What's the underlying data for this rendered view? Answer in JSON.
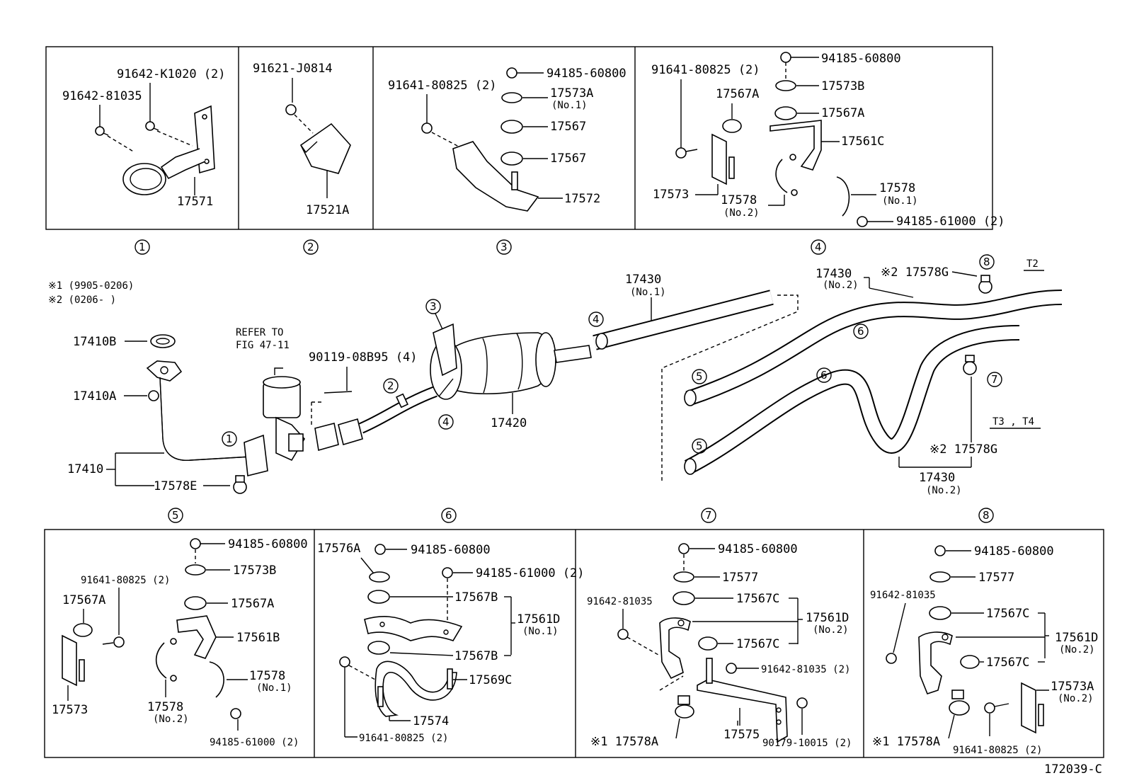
{
  "diagram_id": "172039-C",
  "notes": {
    "n1": "※1 (9905-0206)",
    "n2": "※2 (0206-       )"
  },
  "refer": {
    "line1": "REFER TO",
    "line2": "FIG 47-11"
  },
  "variants": {
    "t2": "T2",
    "t34": "T3 , T4"
  },
  "circle_numbers": [
    "1",
    "2",
    "3",
    "4",
    "5",
    "6",
    "7",
    "8"
  ],
  "top_boxes": {
    "box1": {
      "a": "91642-K1020 (2)",
      "b": "91642-81035",
      "c": "17571"
    },
    "box2": {
      "a": "91621-J0814",
      "b": "17521A"
    },
    "box3": {
      "a": "91641-80825 (2)",
      "b": "94185-60800",
      "c": "17573A",
      "c2": "(No.1)",
      "d": "17567",
      "e": "17567",
      "f": "17572"
    },
    "box4": {
      "a": "91641-80825 (2)",
      "b": "94185-60800",
      "c": "17573B",
      "d": "17567A",
      "e": "17567A",
      "f": "17561C",
      "g": "17578",
      "g2": "(No.1)",
      "h": "17573",
      "i": "17578",
      "i2": "(No.2)",
      "j": "94185-61000 (2)"
    }
  },
  "middle": {
    "p17410B": "17410B",
    "p17410A": "17410A",
    "p17410": "17410",
    "p17578E": "17578E",
    "p90119": "90119-08B95 (4)",
    "p17420": "17420",
    "p17430_1": "17430",
    "p17430_1b": "(No.1)",
    "p17430_2": "17430",
    "p17430_2b": "(No.2)",
    "p17578G_top": "※2 17578G",
    "p17578G_bot": "※2 17578G",
    "p17430_3": "17430",
    "p17430_3b": "(No.2)"
  },
  "bottom_boxes": {
    "box5": {
      "a": "94185-60800",
      "b": "17573B",
      "c": "91641-80825 (2)",
      "d": "17567A",
      "e": "17567A",
      "f": "17561B",
      "g": "17578",
      "g2": "(No.1)",
      "h": "17578",
      "h2": "(No.2)",
      "i": "17573",
      "j": "94185-61000 (2)"
    },
    "box6": {
      "a": "17576A",
      "b": "94185-60800",
      "c": "94185-61000 (2)",
      "d": "17567B",
      "e": "17561D",
      "e2": "(No.1)",
      "f": "17567B",
      "g": "17569C",
      "h": "17574",
      "i": "91641-80825 (2)"
    },
    "box7": {
      "a": "94185-60800",
      "b": "17577",
      "c": "91642-81035",
      "d": "17567C",
      "e": "17561D",
      "e2": "(No.2)",
      "f": "17567C",
      "g": "91642-81035 (2)",
      "h": "※1 17578A",
      "i": "17575",
      "j": "90179-10015 (2)"
    },
    "box8": {
      "a": "94185-60800",
      "b": "17577",
      "c": "91642-81035",
      "d": "17567C",
      "e": "17561D",
      "e2": "(No.2)",
      "f": "17567C",
      "g": "17573A",
      "g2": "(No.2)",
      "h": "※1 17578A",
      "i": "91641-80825 (2)"
    }
  }
}
